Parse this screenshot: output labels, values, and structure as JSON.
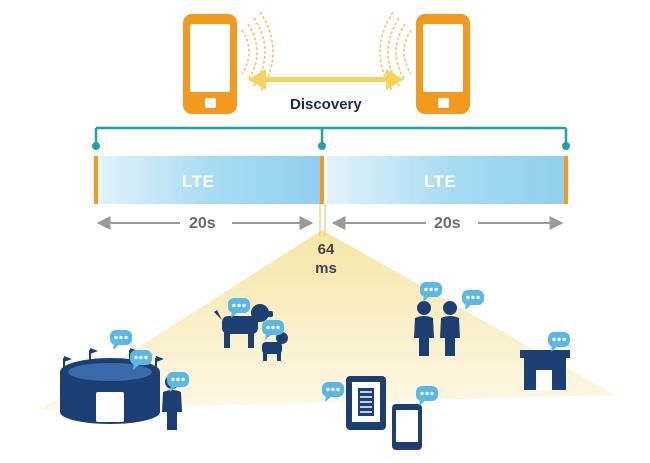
{
  "discovery": {
    "label": "Discovery"
  },
  "timeline": {
    "segments": [
      {
        "label": "LTE",
        "duration": "20s"
      },
      {
        "label": "LTE",
        "duration": "20s"
      }
    ],
    "gap": {
      "value": "64",
      "unit": "ms"
    }
  },
  "colors": {
    "teal": "#1fa2a4",
    "orange": "#f39a1e",
    "yellow_arrow": "#f6d35c",
    "lte_blue": "#9fd6f0",
    "cone": "#f8eeb8",
    "navy": "#1c3f73",
    "bubble": "#5ab7e6",
    "grey_arrow": "#9a9a9a"
  },
  "icons": [
    "phone-icon",
    "signal-waves-icon",
    "stadium-icon",
    "person-icon",
    "dog-icon",
    "people-icon",
    "tablet-icon",
    "building-icon",
    "speech-bubble-icon"
  ]
}
